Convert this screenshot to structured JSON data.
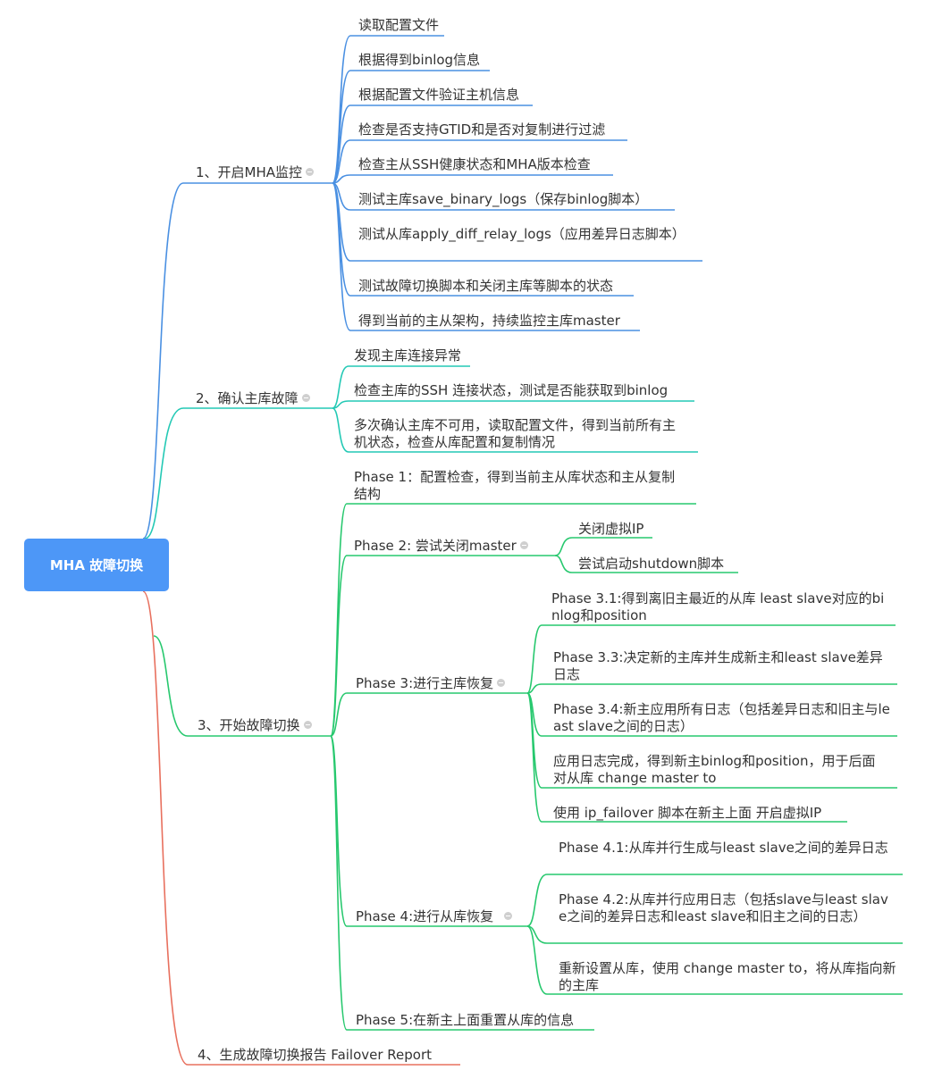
{
  "colors": {
    "root_fill": "#4d97f7",
    "branch_1": "#4a90e2",
    "branch_2": "#24c9b5",
    "branch_3": "#27c86e",
    "branch_4": "#e8705e",
    "text": "#333333"
  },
  "mindmap": {
    "root": "MHA 故障切换",
    "branches": [
      {
        "label": "1、开启MHA监控",
        "children": [
          "读取配置文件",
          "根据得到binlog信息",
          "根据配置文件验证主机信息",
          "检查是否支持GTID和是否对复制进行过滤",
          "检查主从SSH健康状态和MHA版本检查",
          "测试主库save_binary_logs（保存binlog脚本）",
          "测试从库apply_diff_relay_logs（应用差异日志脚本）",
          "测试故障切换脚本和关闭主库等脚本的状态",
          "得到当前的主从架构，持续监控主库master"
        ]
      },
      {
        "label": "2、确认主库故障",
        "children": [
          "发现主库连接异常",
          "检查主库的SSH 连接状态，测试是否能获取到binlog",
          "多次确认主库不可用，读取配置文件，得到当前所有主机状态，检查从库配置和复制情况"
        ]
      },
      {
        "label": "3、开始故障切换",
        "phases": [
          {
            "label": "Phase 1：配置检查，得到当前主从库状态和主从复制结构"
          },
          {
            "label": "Phase 2: 尝试关闭master",
            "children": [
              "关闭虚拟IP",
              "尝试启动shutdown脚本"
            ]
          },
          {
            "label": "Phase 3:进行主库恢复",
            "children": [
              "Phase 3.1:得到离旧主最近的从库 least slave对应的binlog和position",
              "Phase 3.3:决定新的主库并生成新主和least slave差异日志",
              "Phase 3.4:新主应用所有日志（包括差异日志和旧主与least slave之间的日志）",
              "应用日志完成，得到新主binlog和position，用于后面对从库 change master to",
              "使用 ip_failover 脚本在新主上面 开启虚拟IP"
            ]
          },
          {
            "label": "Phase 4:进行从库恢复",
            "children": [
              "Phase 4.1:从库并行生成与least slave之间的差异日志",
              "Phase 4.2:从库并行应用日志（包括slave与least slave之间的差异日志和least slave和旧主之间的日志）",
              "重新设置从库，使用 change master to，将从库指向新的主库"
            ]
          },
          {
            "label": "Phase 5:在新主上面重置从库的信息"
          }
        ]
      },
      {
        "label": "4、生成故障切换报告  Failover Report"
      }
    ]
  }
}
